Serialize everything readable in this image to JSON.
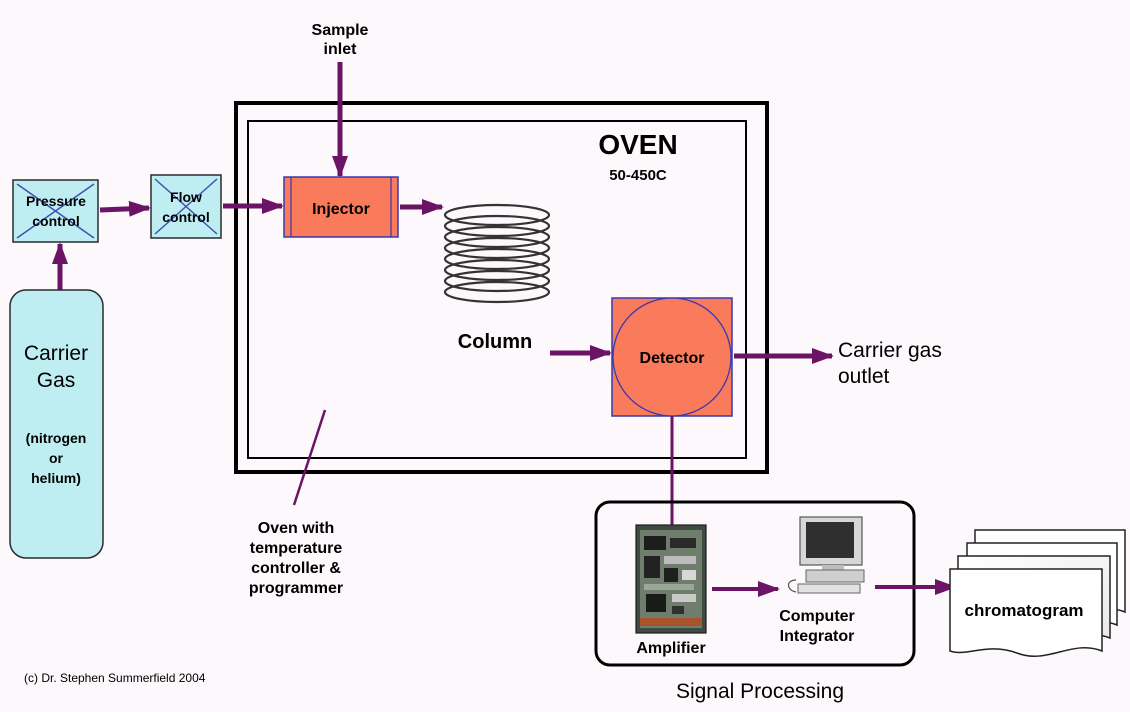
{
  "labels": {
    "sample_inlet_1": "Sample",
    "sample_inlet_2": "inlet",
    "oven_title": "OVEN",
    "oven_range": "50-450C",
    "pressure_1": "Pressure",
    "pressure_2": "control",
    "flow_1": "Flow",
    "flow_2": "control",
    "injector": "Injector",
    "column": "Column",
    "detector": "Detector",
    "carrier_1": "Carrier",
    "carrier_2": "Gas",
    "carrier_3": "(nitrogen",
    "carrier_4": "or",
    "carrier_5": "helium)",
    "outlet_1": "Carrier gas",
    "outlet_2": "outlet",
    "oven_note_1": "Oven with",
    "oven_note_2": "temperature",
    "oven_note_3": "controller &",
    "oven_note_4": "programmer",
    "amplifier": "Amplifier",
    "computer_1": "Computer",
    "computer_2": "Integrator",
    "chromatogram": "chromatogram",
    "signal_processing": "Signal Processing",
    "credit": "(c) Dr. Stephen Summerfield 2004"
  },
  "colors": {
    "arrow": "#6b1466",
    "box_fill": "#bfeef2",
    "component_fill": "#fa7a5c",
    "component_edge": "#3838b0",
    "outline": "#000000",
    "background": "#fdf8fb"
  },
  "icons": {
    "column": "coil-icon",
    "amplifier": "circuit-board-icon",
    "computer": "computer-icon",
    "chromatogram": "paper-stack-icon"
  }
}
